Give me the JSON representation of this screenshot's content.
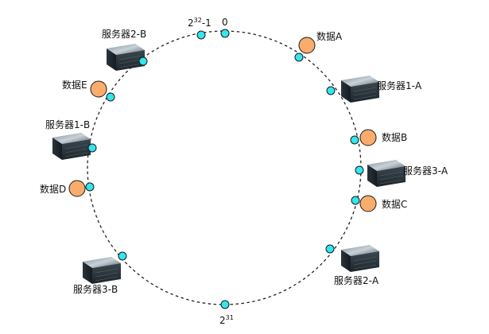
{
  "title": "Consistent hashing ring",
  "ring": {
    "labels": {
      "zero": "0",
      "max_base": "2",
      "max_exp": "32",
      "max_suffix": "-1",
      "half_base": "2",
      "half_exp": "31"
    }
  },
  "colors": {
    "ring_stroke": "#222222",
    "node_point": "#33e6ee",
    "data_point": "#f9ac6c",
    "point_outline": "#1a1a1a"
  },
  "servers": [
    {
      "id": "server-2-b",
      "label": "服务器2-B"
    },
    {
      "id": "server-1-a",
      "label": "服务器1-A"
    },
    {
      "id": "server-3-a",
      "label": "服务器3-A"
    },
    {
      "id": "server-2-a",
      "label": "服务器2-A"
    },
    {
      "id": "server-3-b",
      "label": "服务器3-B"
    },
    {
      "id": "server-1-b",
      "label": "服务器1-B"
    }
  ],
  "data_items": [
    {
      "id": "data-a",
      "label": "数据A"
    },
    {
      "id": "data-b",
      "label": "数据B"
    },
    {
      "id": "data-c",
      "label": "数据C"
    },
    {
      "id": "data-d",
      "label": "数据D"
    },
    {
      "id": "data-e",
      "label": "数据E"
    }
  ]
}
